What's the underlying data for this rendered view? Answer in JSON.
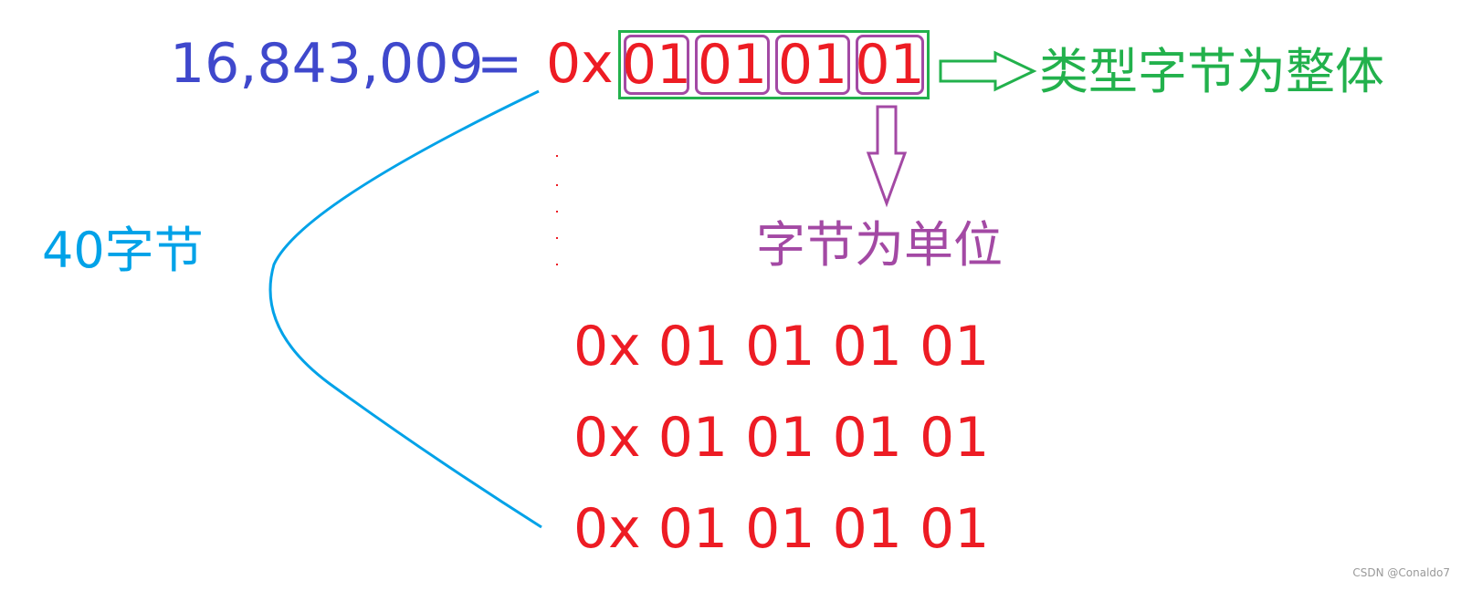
{
  "decimal_value": "16,843,009",
  "equals": "=",
  "hex_prefix": "0x",
  "bytes": [
    "01",
    "01",
    "01",
    "01"
  ],
  "whole_label": "类型字节为整体",
  "unit_label": "字节为单位",
  "size_label": "40字节",
  "hex_rows": [
    "0x 01 01 01 01",
    "0x 01 01 01 01",
    "0x 01 01 01 01"
  ],
  "watermark": "CSDN @Conaldo7",
  "colors": {
    "decimal": "#3f48cc",
    "hex": "#ed1c24",
    "whole": "#22b14c",
    "unit": "#a349a4",
    "size": "#00a2e8"
  }
}
